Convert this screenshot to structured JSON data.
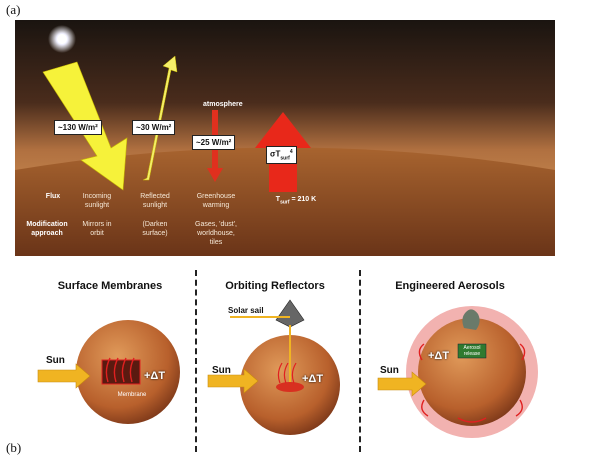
{
  "figure": {
    "label_a": "(a)",
    "label_b": "(b)"
  },
  "panel_a": {
    "atmosphere_label": "atmosphere",
    "flux_boxes": [
      "~130 W/m²",
      "~30 W/m²",
      "~25 W/m²",
      "σT",
      "surf",
      "4"
    ],
    "row_flux_header": "Flux",
    "row_mod_header": "Modification approach",
    "columns": [
      {
        "flux": "Incoming sunlight",
        "mod": "Mirrors in orbit"
      },
      {
        "flux": "Reflected sunlight",
        "mod": "(Darken surface)"
      },
      {
        "flux": "Greenhouse warming",
        "mod": "Gases, 'dust', worldhouse, tiles"
      },
      {
        "flux_prefix": "T",
        "flux_sub": "surf",
        "flux_suffix": " = 210 K",
        "mod": ""
      }
    ],
    "colors": {
      "incoming": "#f6f23a",
      "reflected": "#f4ee6a",
      "greenhouse": "#e0301e",
      "emission": "#e8281a"
    }
  },
  "panel_b": {
    "sections": [
      {
        "title": "Surface Membranes",
        "sun": "Sun",
        "delta": "+ΔT",
        "caption": "Membrane"
      },
      {
        "title": "Orbiting Reflectors",
        "sun": "Sun",
        "delta": "+ΔT",
        "sail": "Solar sail"
      },
      {
        "title": "Engineered Aerosols",
        "sun": "Sun",
        "delta": "+ΔT",
        "caption": "Aerosol release"
      }
    ],
    "colors": {
      "planet": "#c9743a",
      "halo": "#f2b2b0",
      "arrow": "#f0b422"
    }
  }
}
